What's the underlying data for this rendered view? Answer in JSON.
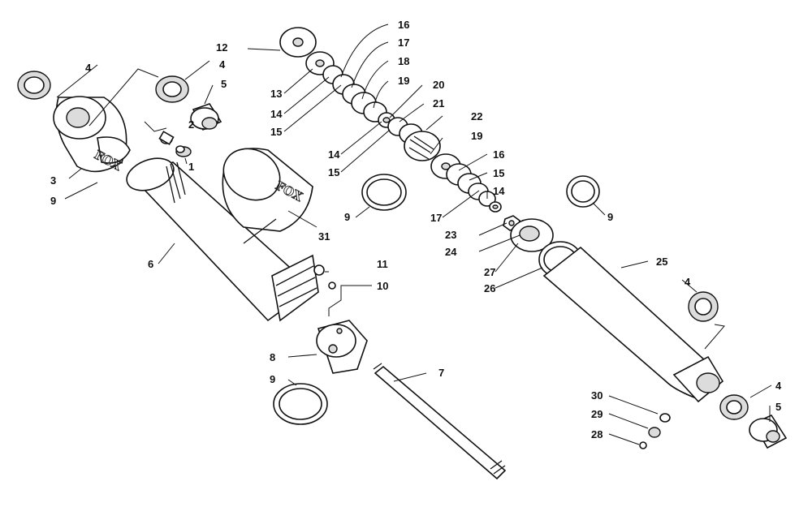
{
  "brand_text": "FOX",
  "callouts": [
    "1",
    "2",
    "3",
    "4",
    "4",
    "4",
    "4",
    "5",
    "5",
    "6",
    "7",
    "8",
    "9",
    "9",
    "9",
    "9",
    "10",
    "11",
    "12",
    "13",
    "14",
    "14",
    "14",
    "15",
    "15",
    "15",
    "16",
    "16",
    "17",
    "17",
    "18",
    "19",
    "19",
    "20",
    "21",
    "22",
    "23",
    "24",
    "25",
    "26",
    "27",
    "28",
    "29",
    "30",
    "31"
  ]
}
